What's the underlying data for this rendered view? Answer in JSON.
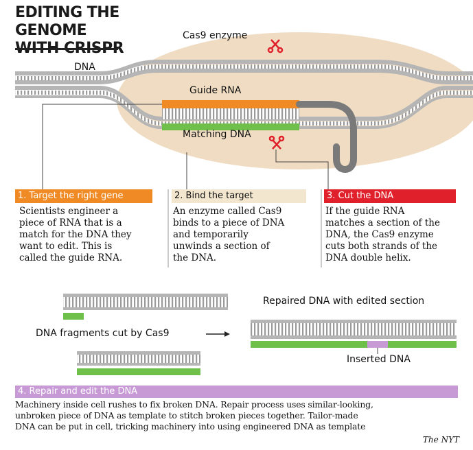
{
  "title_line1": "EDITING THE GENOME",
  "title_line2": "WITH CRISPR",
  "labels": {
    "cas9": "Cas9 enzyme",
    "dna": "DNA",
    "guide_rna": "Guide RNA",
    "matching_dna": "Matching DNA",
    "repaired": "Repaired DNA with edited section",
    "fragments": "DNA fragments cut by Cas9",
    "inserted": "Inserted DNA"
  },
  "steps": [
    {
      "heading": "1. Target the right gene",
      "body": [
        "Scientists engineer a",
        "piece of RNA that is a",
        "match for the DNA they",
        "want to edit. This is",
        "called the guide RNA."
      ],
      "color": "#f08a24",
      "text_color": "#ffffff"
    },
    {
      "heading": "2. Bind the target",
      "body": [
        "An enzyme called Cas9",
        "binds to a piece of DNA",
        "and temporarily",
        "unwinds a section of",
        "the DNA."
      ],
      "color": "#f2e6cf",
      "text_color": "#111111"
    },
    {
      "heading": "3. Cut the DNA",
      "body": [
        "If the guide RNA",
        "matches a section of the",
        "DNA, the Cas9 enzyme",
        "cuts both strands of the",
        "DNA double helix."
      ],
      "color": "#e0202a",
      "text_color": "#ffffff"
    }
  ],
  "step4": {
    "heading": "4. Repair and edit the DNA",
    "body": [
      "Machinery inside cell rushes to fix broken DNA. Repair process uses similar-looking,",
      "unbroken piece of DNA as template to stitch broken pieces together. Tailor-made",
      "DNA can be put in cell, tricking machinery into using engineered DNA as template"
    ],
    "color": "#c79ad6"
  },
  "credit": "The NYT",
  "colors": {
    "enzyme": "#efdcc2",
    "dna": "#b5b5b5",
    "guide_rna": "#f08a24",
    "matching": "#6fc04a",
    "inserted": "#c79ad6",
    "cut": "#e0202a",
    "rna_tail": "#7a7a7a"
  }
}
